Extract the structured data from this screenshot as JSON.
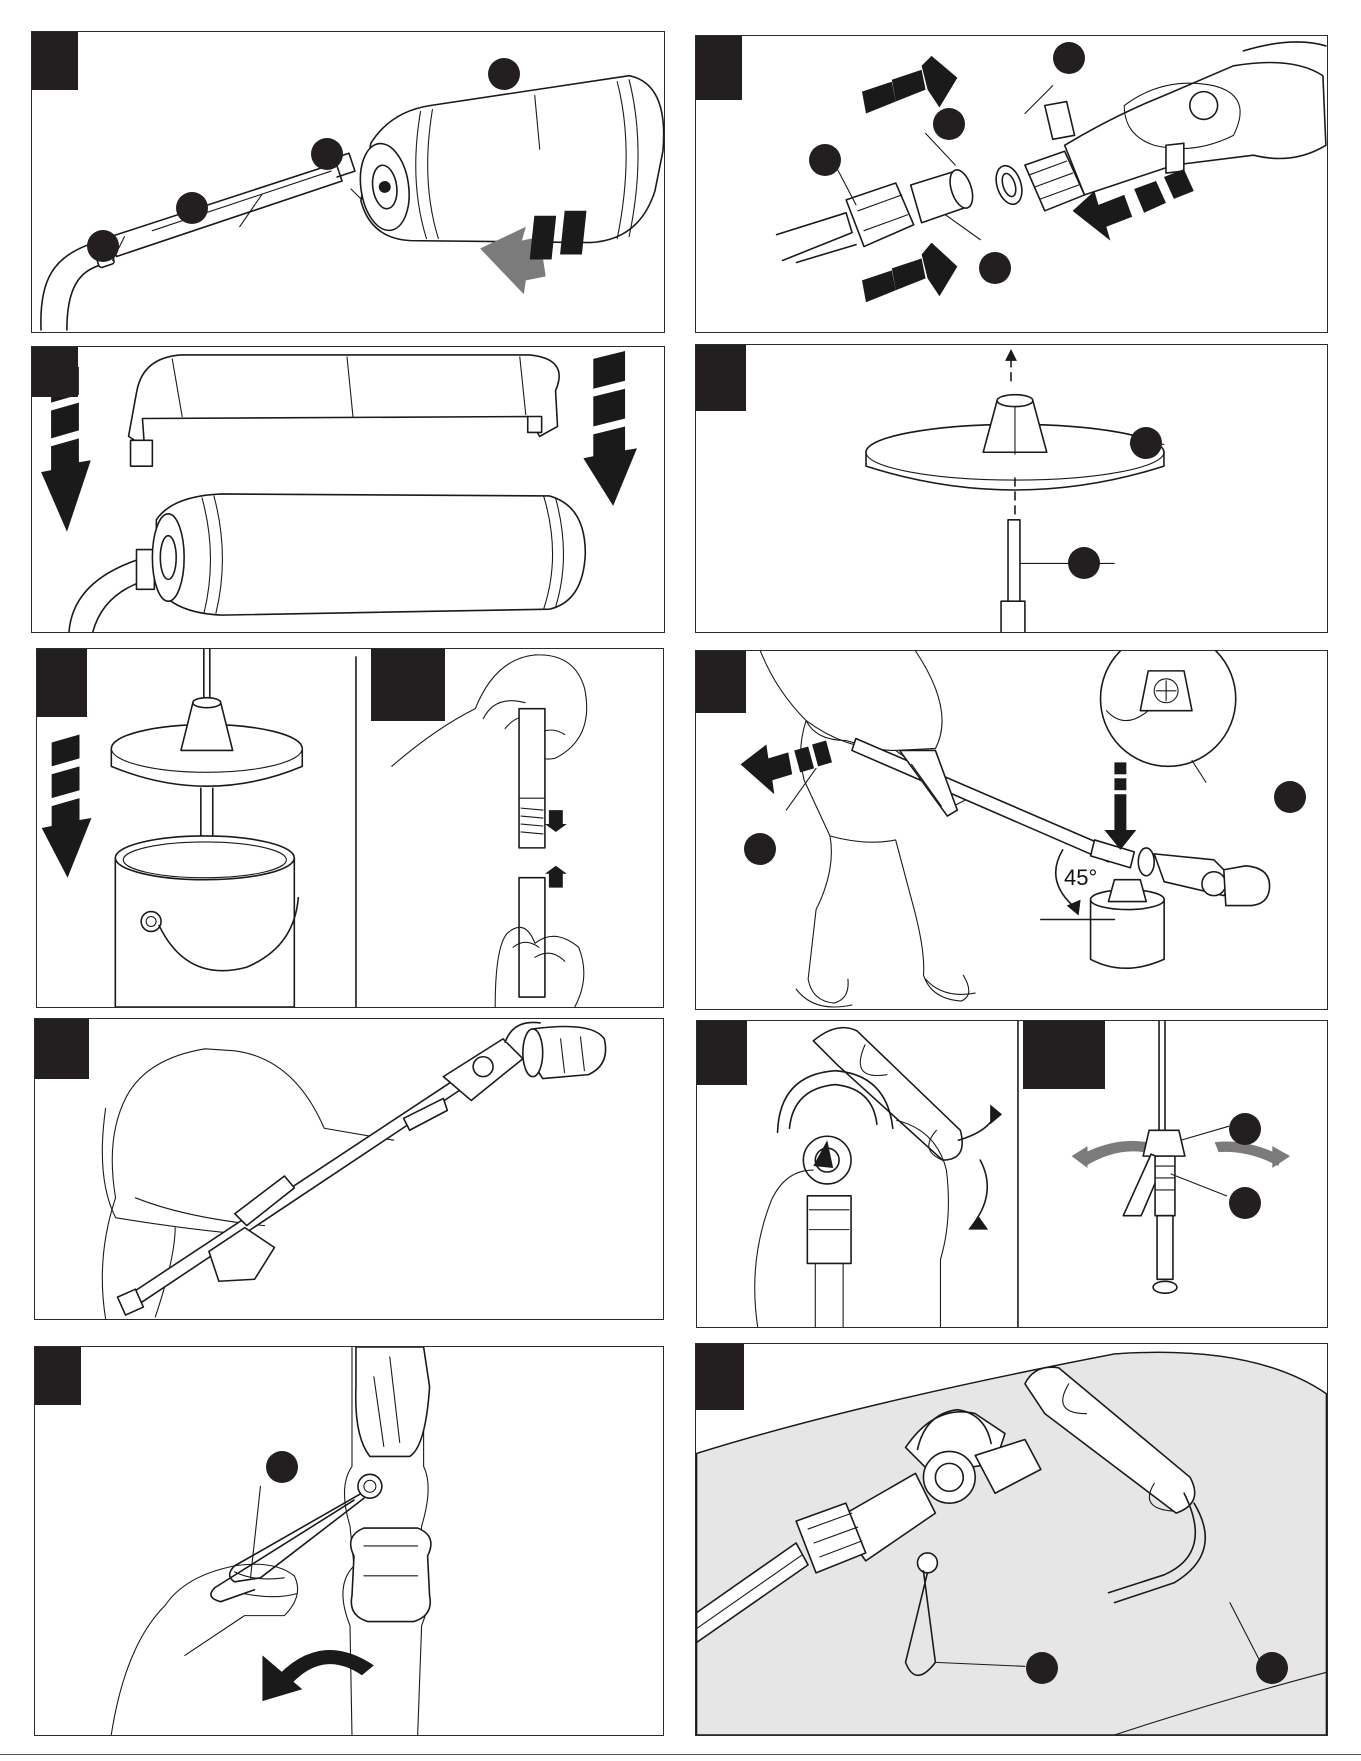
{
  "colors": {
    "ink": "#231f20",
    "line": "#1a1a1a",
    "floor": "#e6e6e6",
    "arrow_gray": "#7b7b7b"
  },
  "steps": [
    {
      "id": "cover-roller",
      "icons": [
        "roller-cover-icon",
        "pole-icon",
        "slide-left-arrow-icon"
      ]
    },
    {
      "id": "connect-hose",
      "icons": [
        "coupling-nut-icon",
        "o-ring-icon",
        "push-arrows-icon"
      ]
    },
    {
      "id": "attach-splash-guard",
      "icons": [
        "splash-guard-icon",
        "down-arrow-icon"
      ]
    },
    {
      "id": "fit-can-lid",
      "icons": [
        "can-lid-icon",
        "dip-tube-icon"
      ]
    },
    {
      "id": "lower-lid-onto-can",
      "icons": [
        "paint-can-icon",
        "down-arrow-icon"
      ]
    },
    {
      "id": "join-tube-sections",
      "icons": [
        "tube-joint-icon"
      ]
    },
    {
      "id": "prime-pump",
      "icons": [
        "person-icon",
        "pump-handle-icon",
        "rotate-arrow-icon"
      ],
      "angle_label": "45°"
    },
    {
      "id": "hold-roller",
      "icons": [
        "person-icon",
        "roller-pole-icon"
      ]
    },
    {
      "id": "press-valve",
      "icons": [
        "valve-button-icon",
        "rotate-arrows-icon"
      ]
    },
    {
      "id": "release-clip",
      "icons": [
        "clip-icon",
        "outward-arrows-icon"
      ]
    },
    {
      "id": "attach-wire-guide",
      "icons": [
        "wire-guide-icon",
        "curved-arrow-icon"
      ]
    },
    {
      "id": "paint-surface",
      "icons": [
        "roller-head-icon",
        "surface-icon"
      ]
    }
  ]
}
